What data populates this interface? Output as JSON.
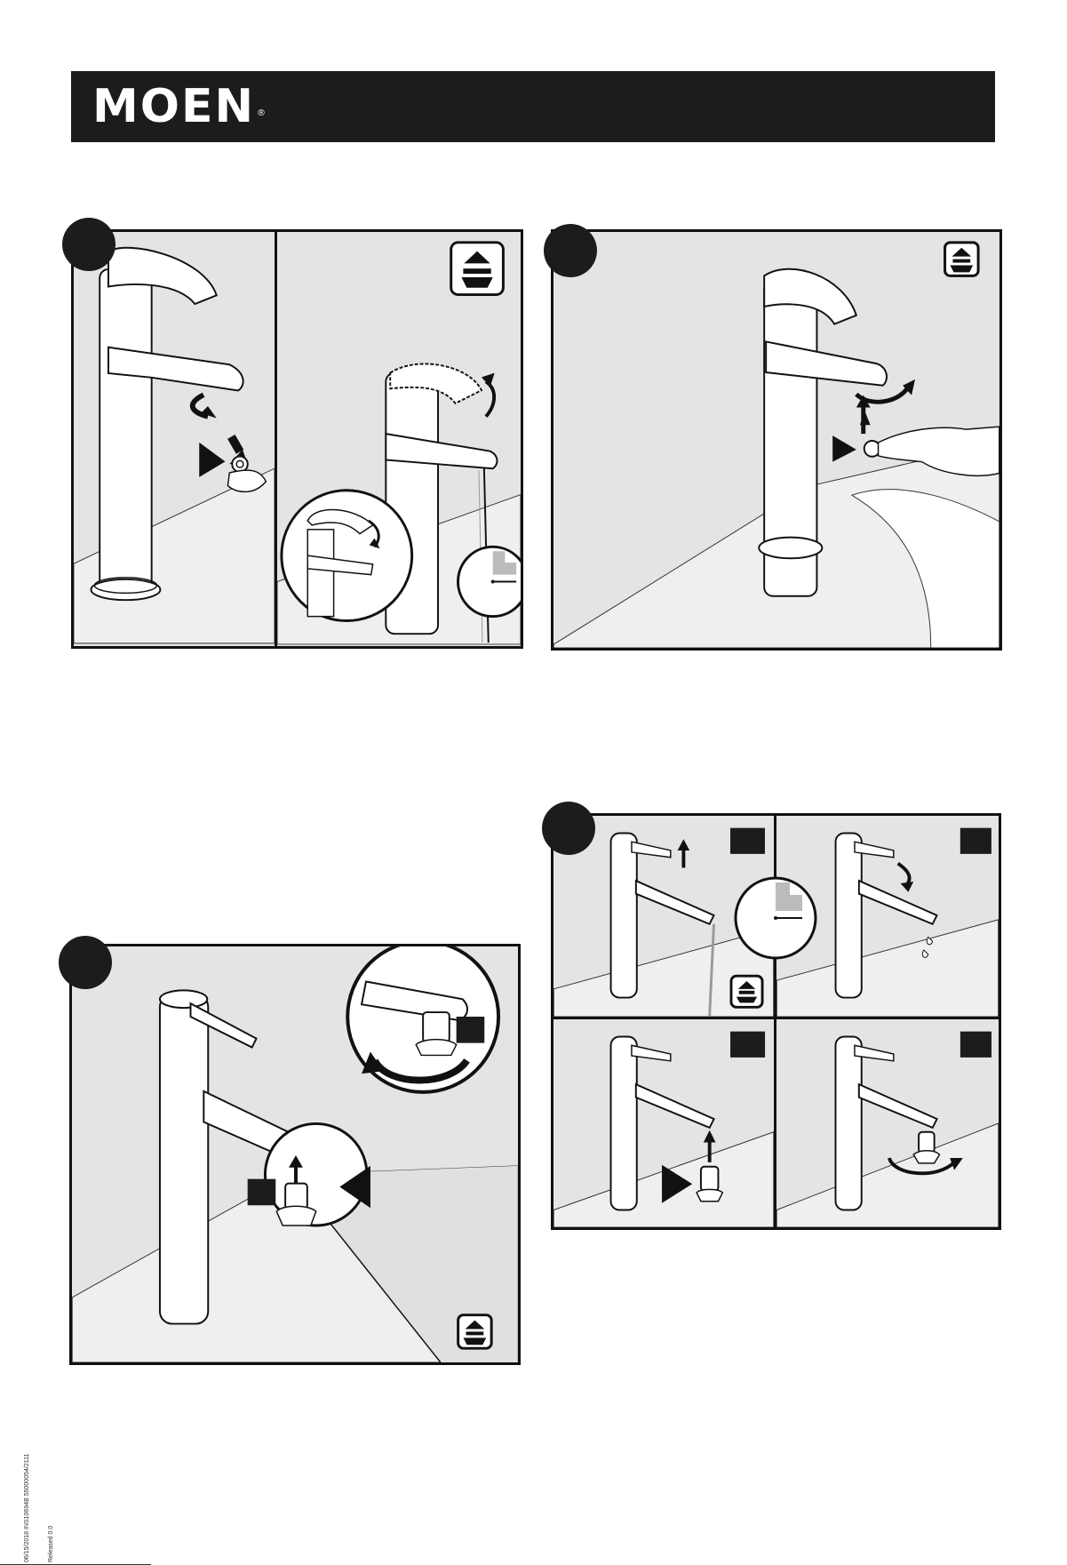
{
  "header": {
    "brand": "MOEN",
    "trademark": "®",
    "background_color": "#1c1c1c"
  },
  "steps": [
    {
      "panel": "step-remove-aerator",
      "sub_panels": 2,
      "icon": "badge-circle-icon",
      "utility_icon": "flush-water-icon"
    },
    {
      "panel": "step-reinstall-aerator",
      "sub_panels": 1,
      "icon": "badge-circle-icon",
      "utility_icon": "flush-water-icon"
    },
    {
      "panel": "step-cartridge-sequence",
      "sub_panels": 4,
      "icon": "badge-circle-icon",
      "utility_icon": "flush-water-icon"
    },
    {
      "panel": "step-install-aerator-key",
      "sub_panels": 1,
      "icon": "badge-circle-icon",
      "utility_icon": "flush-water-icon"
    }
  ],
  "document_code": {
    "line1": "06/15/2018 INS10694B 55000054/2111",
    "line2": "Released 0.0"
  },
  "colors": {
    "panel_fill": "#e4e4e4",
    "line": "#111111",
    "white": "#ffffff"
  }
}
